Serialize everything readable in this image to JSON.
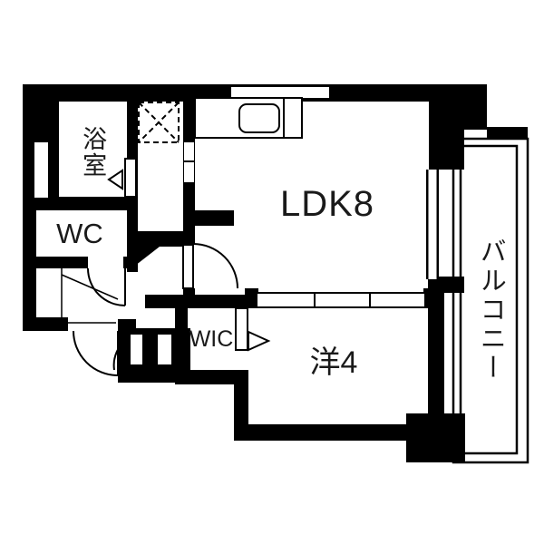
{
  "plan": {
    "title": "apartment-floor-plan",
    "rooms": {
      "bathroom": {
        "label": "浴室"
      },
      "toilet": {
        "label": "WC"
      },
      "ldk": {
        "label": "LDK8"
      },
      "walk_in_closet": {
        "label": "WIC"
      },
      "western_room": {
        "label": "洋4"
      },
      "balcony": {
        "label": "バルコニー"
      }
    },
    "icons": {
      "door_arrow_bath": "left-pointing-door-arrow",
      "door_arrow_wic": "right-pointing-door-arrow",
      "washer_space": "dashed-square-with-x"
    },
    "colors": {
      "wall": "#000000",
      "floor": "#ffffff",
      "line": "#000000"
    }
  }
}
